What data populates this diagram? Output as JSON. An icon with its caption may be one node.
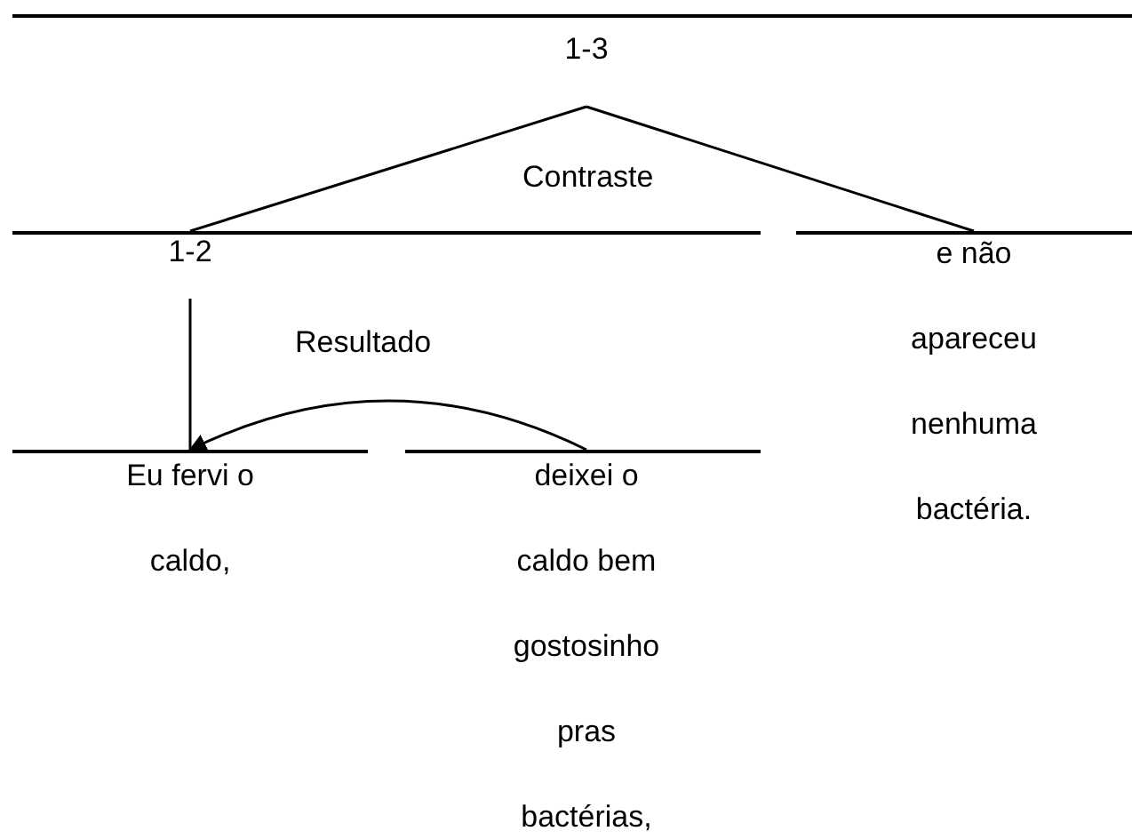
{
  "diagram": {
    "nodes": [
      {
        "text": [
          "1-3"
        ]
      },
      {
        "text": [
          "1-2"
        ]
      },
      {
        "text": [
          "e não apareceu nenhuma bactéria."
        ]
      },
      {
        "text": [
          "Eu fervi o caldo,"
        ]
      },
      {
        "text": [
          "deixei o caldo bem gostosinho pras bactérias,"
        ]
      }
    ],
    "edges": [
      {
        "from": 0,
        "to": 1,
        "arrow": "none"
      },
      {
        "from": 0,
        "to": 2,
        "arrow": "none"
      },
      {
        "from": 1,
        "to": 3,
        "arrow": "none"
      },
      {
        "from": 4,
        "to": 3,
        "arrow": "to"
      }
    ],
    "labels": [
      "Contraste",
      "Resultado"
    ]
  }
}
